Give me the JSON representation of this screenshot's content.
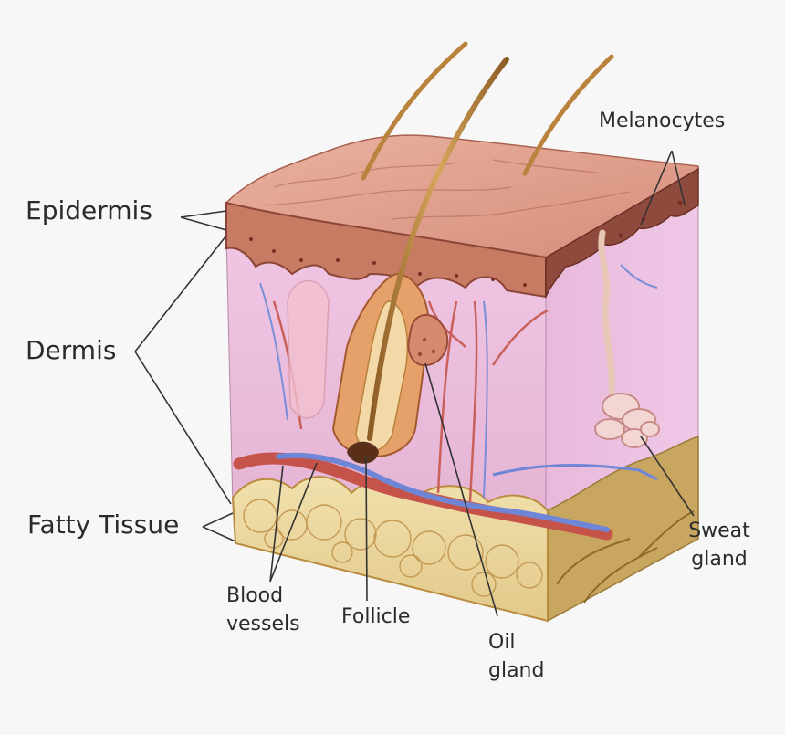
{
  "labels": {
    "epidermis": "Epidermis",
    "dermis": "Dermis",
    "fatty_tissue": "Fatty Tissue",
    "melanocytes": "Melanocytes",
    "sweat_gland": [
      "Sweat",
      "gland"
    ],
    "blood_vessels": [
      "Blood",
      "vessels"
    ],
    "follicle": "Follicle",
    "oil_gland": [
      "Oil",
      "gland"
    ]
  },
  "colors": {
    "background": "#f7f7f7",
    "epidermis": "#c87a68",
    "dermis": "#e7b6d8",
    "fat": "#e8d49a",
    "artery": "#c8504a",
    "vein": "#6f86d6",
    "hair": "#b9833d",
    "leader_line": "#333333"
  }
}
